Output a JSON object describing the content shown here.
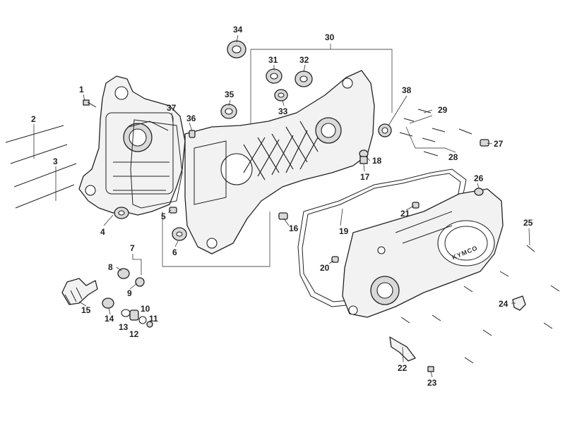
{
  "diagram": {
    "labels": [
      "1",
      "2",
      "3",
      "4",
      "5",
      "6",
      "7",
      "8",
      "9",
      "10",
      "11",
      "12",
      "13",
      "14",
      "15",
      "16",
      "17",
      "18",
      "19",
      "20",
      "21",
      "22",
      "23",
      "24",
      "25",
      "26",
      "27",
      "28",
      "29",
      "30",
      "31",
      "32",
      "33",
      "34",
      "35",
      "36",
      "37",
      "38"
    ],
    "brand_text": "KYMCO"
  }
}
